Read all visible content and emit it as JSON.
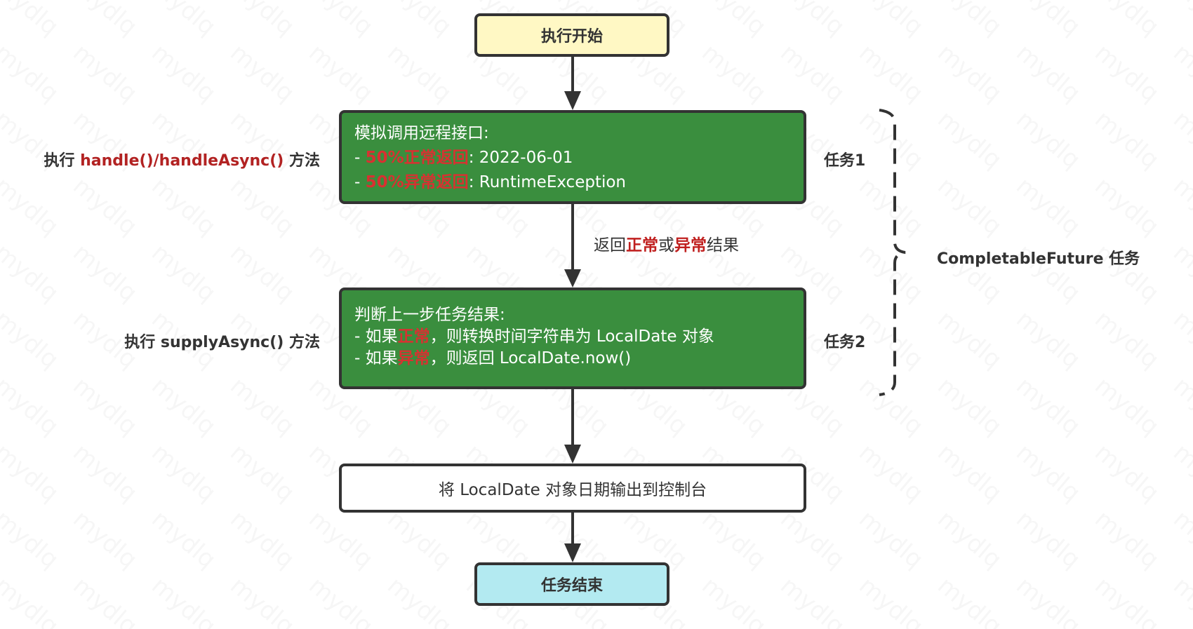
{
  "watermark": "mydlq",
  "colors": {
    "start_fill": "#fff8c4",
    "process_fill": "#3a8e3e",
    "end_fill": "#b3eaf1",
    "highlight_red": "#d83131",
    "method_red": "#b22222",
    "stroke": "#333333"
  },
  "nodes": {
    "start": {
      "label": "执行开始"
    },
    "task1": {
      "title": "模拟调用远程接口:",
      "line1_prefix": "- ",
      "line1_highlight": "50%正常返回",
      "line1_suffix": ": 2022-06-01",
      "line2_prefix": "- ",
      "line2_highlight": "50%异常返回",
      "line2_suffix": ": RuntimeException"
    },
    "task2": {
      "title": "判断上一步任务结果:",
      "line1_prefix": "- 如果",
      "line1_highlight": "正常",
      "line1_suffix": "，则转换时间字符串为 LocalDate 对象",
      "line2_prefix": "- 如果",
      "line2_highlight": "异常",
      "line2_suffix": "，则返回 LocalDate.now()"
    },
    "output": {
      "label": "将 LocalDate 对象日期输出到控制台"
    },
    "end": {
      "label": "任务结束"
    }
  },
  "edges": {
    "task1_to_task2": {
      "part1": "返回",
      "part2": "正常",
      "part3": "或",
      "part4": "异常",
      "part5": "结果"
    }
  },
  "annotations": {
    "left_task1": {
      "prefix": "执行 ",
      "method": "handle()/handleAsync()",
      "suffix": " 方法"
    },
    "left_task2": {
      "text": "执行 supplyAsync() 方法"
    },
    "right_task1": "任务1",
    "right_task2": "任务2",
    "brace_label": "CompletableFuture 任务"
  }
}
